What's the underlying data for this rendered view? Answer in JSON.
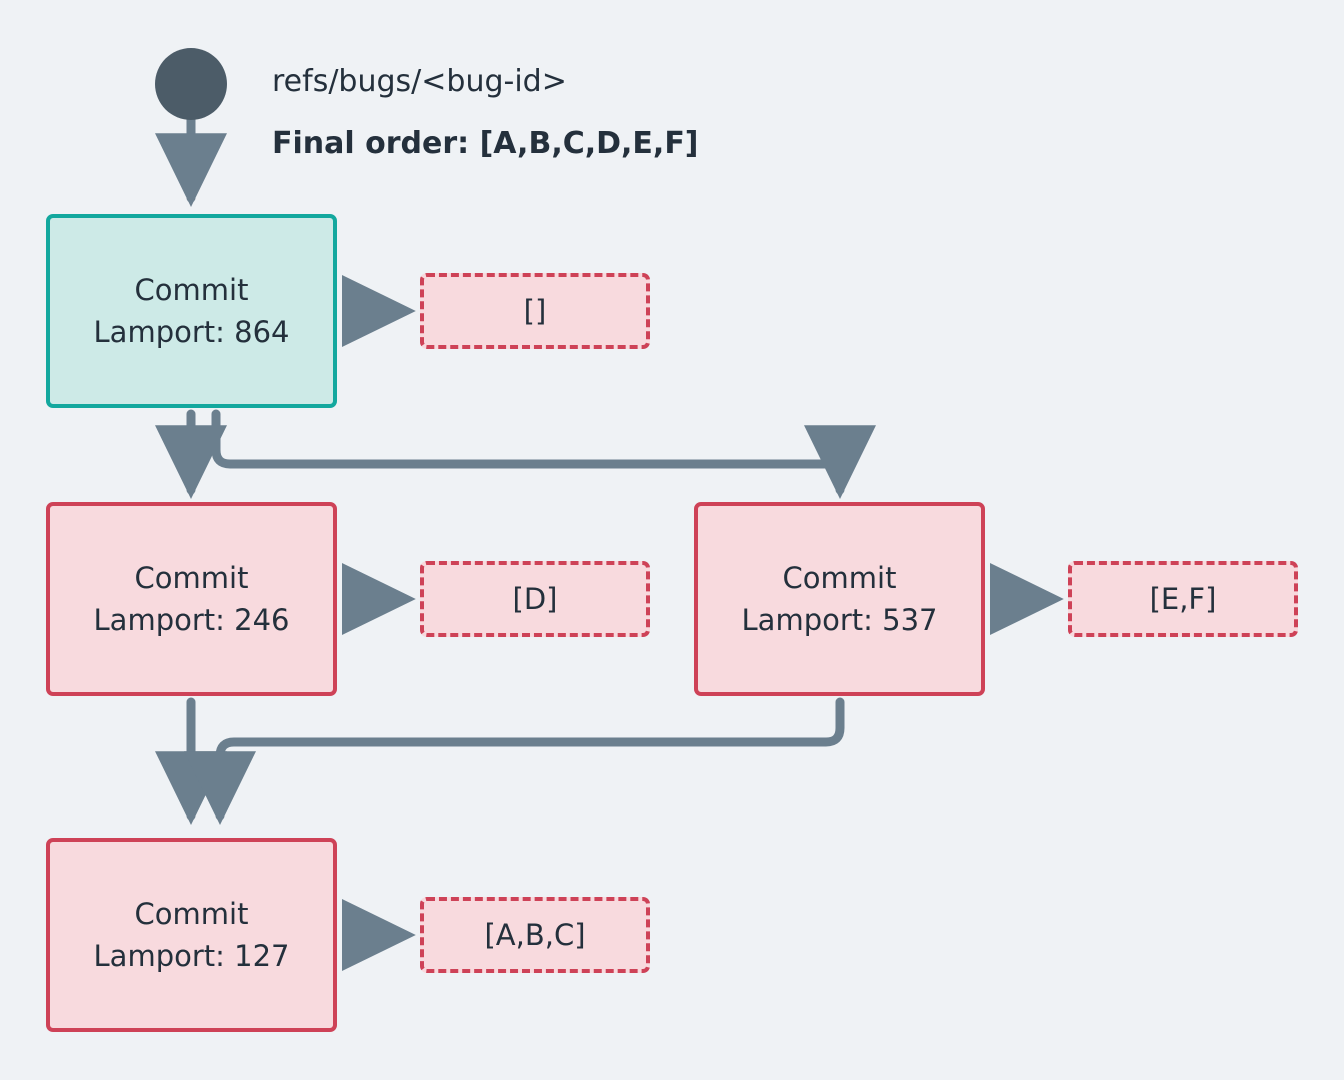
{
  "diagram": {
    "title_ref": "refs/bugs/<bug-id>",
    "final_order": "Final order: [A,B,C,D,E,F]",
    "background": "#eff2f5",
    "edge_color": "#6b7f8e",
    "start_node_color": "#4c5c68",
    "text_color": "#24303c",
    "colors": {
      "teal_border": "#13a89e",
      "teal_fill": "#cdeae7",
      "crimson_border": "#ce4257",
      "pink_fill": "#f8dade"
    },
    "nodes": [
      {
        "id": "start",
        "name": "start-dot",
        "type": "circle",
        "label": ""
      },
      {
        "id": "commit864",
        "name": "commit-node-864",
        "type": "commit",
        "style": "teal",
        "line1": "Commit",
        "line2": "Lamport: 864"
      },
      {
        "id": "ops864",
        "name": "ops-node-empty",
        "type": "ops",
        "label": "[]"
      },
      {
        "id": "commit246",
        "name": "commit-node-246",
        "type": "commit",
        "style": "pink",
        "line1": "Commit",
        "line2": "Lamport: 246"
      },
      {
        "id": "ops246",
        "name": "ops-node-d",
        "type": "ops",
        "label": "[D]"
      },
      {
        "id": "commit537",
        "name": "commit-node-537",
        "type": "commit",
        "style": "pink",
        "line1": "Commit",
        "line2": "Lamport: 537"
      },
      {
        "id": "ops537",
        "name": "ops-node-ef",
        "type": "ops",
        "label": "[E,F]"
      },
      {
        "id": "commit127",
        "name": "commit-node-127",
        "type": "commit",
        "style": "pink",
        "line1": "Commit",
        "line2": "Lamport: 127"
      },
      {
        "id": "ops127",
        "name": "ops-node-abc",
        "type": "ops",
        "label": "[A,B,C]"
      }
    ],
    "edges": [
      {
        "from": "start",
        "to": "commit864"
      },
      {
        "from": "commit864",
        "to": "ops864"
      },
      {
        "from": "commit864",
        "to": "commit246"
      },
      {
        "from": "commit864",
        "to": "commit537"
      },
      {
        "from": "commit246",
        "to": "ops246"
      },
      {
        "from": "commit537",
        "to": "ops537"
      },
      {
        "from": "commit246",
        "to": "commit127"
      },
      {
        "from": "commit537",
        "to": "commit127"
      },
      {
        "from": "commit127",
        "to": "ops127"
      }
    ]
  }
}
